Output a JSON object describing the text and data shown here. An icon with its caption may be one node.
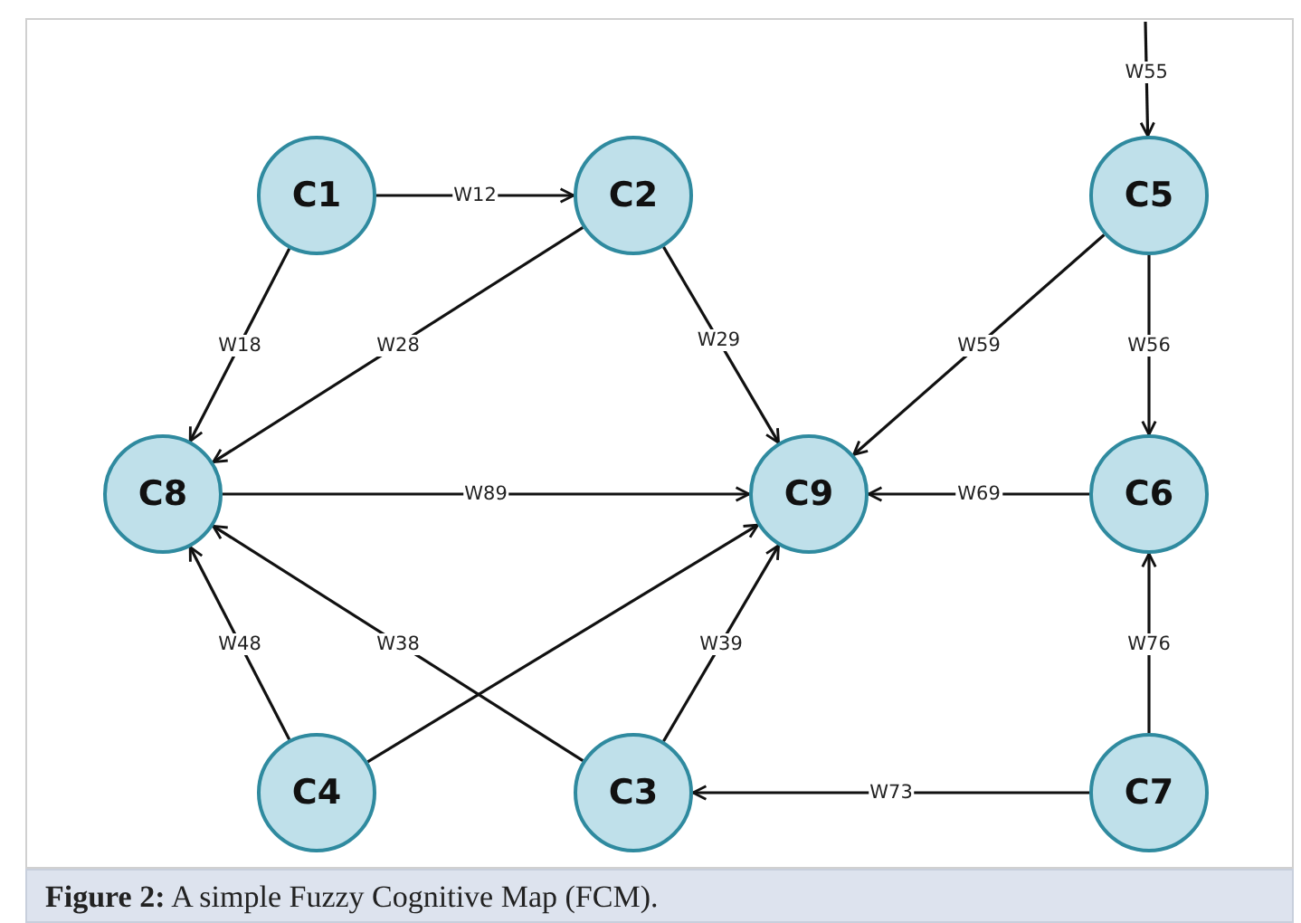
{
  "diagram": {
    "caption": "**Figure 2:** A simple Fuzzy Cognitive Map (FCM).",
    "nodes": [
      {
        "text": [
          "C1"
        ]
      },
      {
        "text": [
          "C2"
        ]
      },
      {
        "text": [
          "C5"
        ]
      },
      {
        "text": [
          "C8"
        ]
      },
      {
        "text": [
          "C9"
        ]
      },
      {
        "text": [
          "C6"
        ]
      },
      {
        "text": [
          "C4"
        ]
      },
      {
        "text": [
          "C3"
        ]
      },
      {
        "text": [
          "C7"
        ]
      }
    ],
    "edges": [
      {
        "from": 0,
        "to": 1,
        "arrow": "to",
        "label": "W12"
      },
      {
        "from": 0,
        "to": 3,
        "arrow": "to",
        "label": "W18"
      },
      {
        "from": 1,
        "to": 3,
        "arrow": "to",
        "label": "W28"
      },
      {
        "from": 1,
        "to": 4,
        "arrow": "to",
        "label": "W29"
      },
      {
        "from": null,
        "to": 2,
        "arrow": "to",
        "label": "W55"
      },
      {
        "from": 2,
        "to": 4,
        "arrow": "to",
        "label": "W59"
      },
      {
        "from": 2,
        "to": 5,
        "arrow": "to",
        "label": "W56"
      },
      {
        "from": 3,
        "to": 4,
        "arrow": "to",
        "label": "W89"
      },
      {
        "from": 5,
        "to": 4,
        "arrow": "to",
        "label": "W69"
      },
      {
        "from": 6,
        "to": 3,
        "arrow": "to",
        "label": "W48"
      },
      {
        "from": 6,
        "to": 4,
        "arrow": "to"
      },
      {
        "from": 7,
        "to": 3,
        "arrow": "to",
        "label": "W38"
      },
      {
        "from": 7,
        "to": 4,
        "arrow": "to",
        "label": "W39"
      },
      {
        "from": 8,
        "to": 7,
        "arrow": "to",
        "label": "W73"
      },
      {
        "from": 8,
        "to": 5,
        "arrow": "to",
        "label": "W76"
      }
    ]
  }
}
